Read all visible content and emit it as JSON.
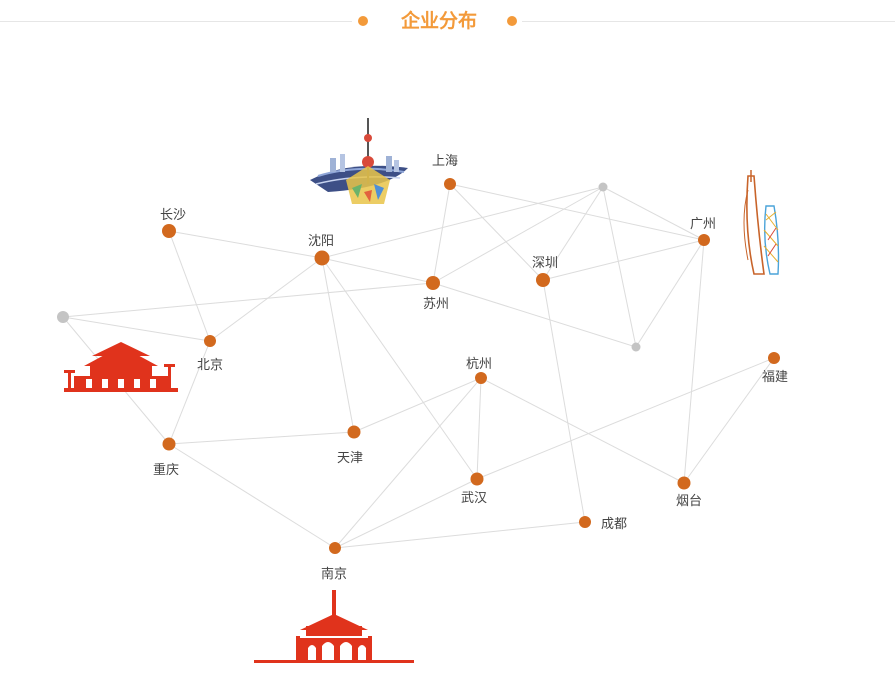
{
  "header": {
    "title": "企业分布",
    "accent_color": "#f39a3a"
  },
  "colors": {
    "node": "#d2691e",
    "node_gray": "#c4c4c4",
    "edge": "#dcdcdc",
    "landmark_red": "#e0331c",
    "landmark_orange": "#c8642a"
  },
  "cities": [
    {
      "id": "shanghai",
      "label": "上海"
    },
    {
      "id": "changsha",
      "label": "长沙"
    },
    {
      "id": "shenyang",
      "label": "沈阳"
    },
    {
      "id": "guangzhou",
      "label": "广州"
    },
    {
      "id": "shenzhen",
      "label": "深圳"
    },
    {
      "id": "suzhou",
      "label": "苏州"
    },
    {
      "id": "beijing",
      "label": "北京"
    },
    {
      "id": "hangzhou",
      "label": "杭州"
    },
    {
      "id": "fujian",
      "label": "福建"
    },
    {
      "id": "chongqing",
      "label": "重庆"
    },
    {
      "id": "tianjin",
      "label": "天津"
    },
    {
      "id": "wuhan",
      "label": "武汉"
    },
    {
      "id": "yantai",
      "label": "烟台"
    },
    {
      "id": "chengdu",
      "label": "成都"
    },
    {
      "id": "nanjing",
      "label": "南京"
    }
  ],
  "landmarks": [
    {
      "id": "oriental-pearl-tower",
      "icon": "shanghai-tower-icon"
    },
    {
      "id": "canton-tower",
      "icon": "canton-tower-icon"
    },
    {
      "id": "tiananmen",
      "icon": "tiananmen-icon"
    },
    {
      "id": "nanjing-gate",
      "icon": "nanjing-gate-icon"
    }
  ]
}
